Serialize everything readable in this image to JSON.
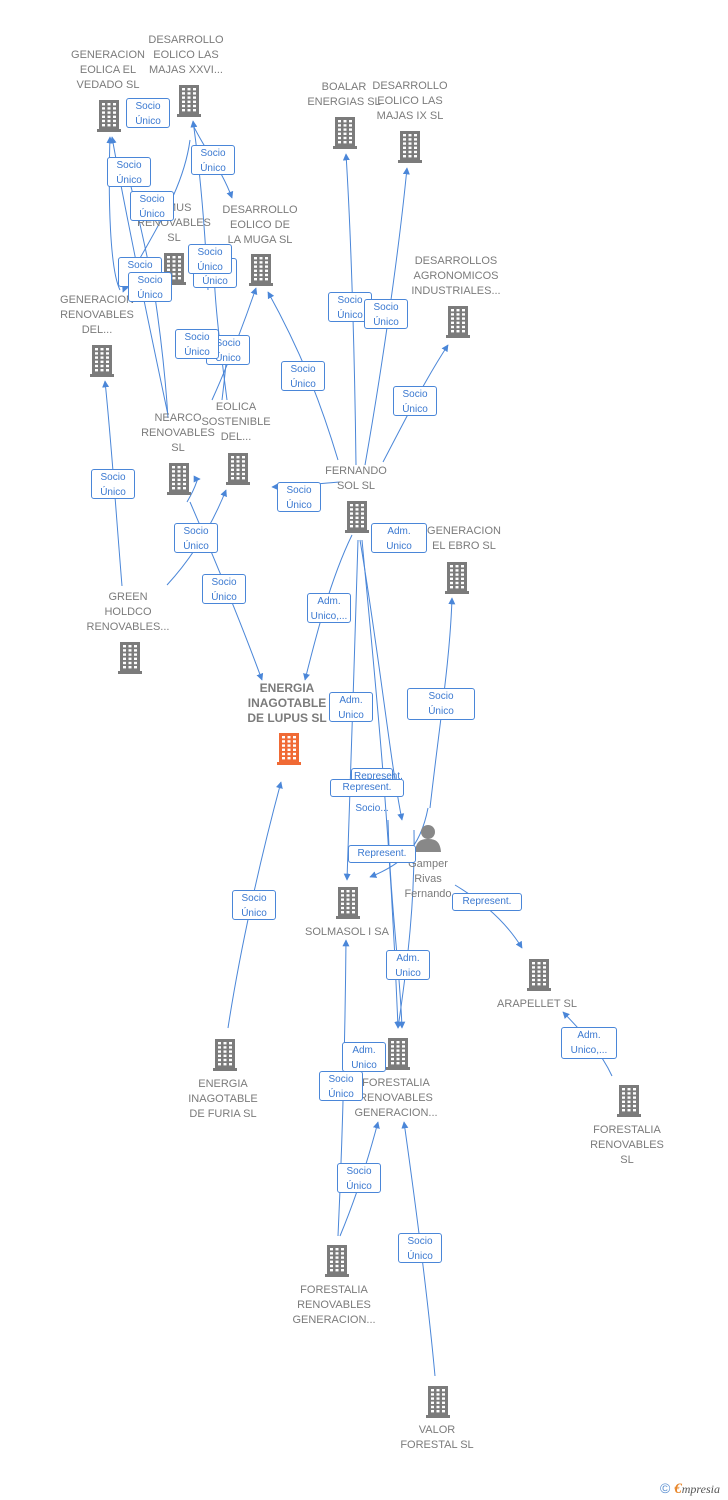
{
  "colors": {
    "edge": "#4a86d8",
    "building": "#7b7b7b",
    "focus": "#f06a35",
    "person": "#888888"
  },
  "nodes": [
    {
      "id": "gen-eolica-vedado",
      "label": "GENERACION\nEOLICA EL\nVEDADO SL",
      "icon": "building-icon"
    },
    {
      "id": "des-eolico-majas-xxvi",
      "label": "DESARROLLO\nEOLICO LAS\nMAJAS XXVI...",
      "icon": "building-icon"
    },
    {
      "id": "boalar-energias",
      "label": "BOALAR\nENERGIAS  SL",
      "icon": "building-icon"
    },
    {
      "id": "des-eolico-majas-ix",
      "label": "DESARROLLO\nEOLICO LAS\nMAJAS IX  SL",
      "icon": "building-icon"
    },
    {
      "id": "simus-renovables",
      "label": "SIMUS\nRENOVABLES\nSL",
      "icon": "building-icon"
    },
    {
      "id": "des-eolico-muga",
      "label": "DESARROLLO\nEOLICO DE\nLA MUGA SL",
      "icon": "building-icon"
    },
    {
      "id": "des-agronomicos",
      "label": "DESARROLLOS\nAGRONOMICOS\nINDUSTRIALES...",
      "icon": "building-icon"
    },
    {
      "id": "gen-renovables-del",
      "label": "GENERACION\nRENOVABLES\nDEL...",
      "icon": "building-icon"
    },
    {
      "id": "nearco-renovables",
      "label": "NEARCO\nRENOVABLES\nSL",
      "icon": "building-icon"
    },
    {
      "id": "eolica-sostenible",
      "label": "EOLICA\nSOSTENIBLE\nDEL...",
      "icon": "building-icon"
    },
    {
      "id": "fernando-sol",
      "label": "FERNANDO\nSOL SL",
      "icon": "building-icon"
    },
    {
      "id": "gen-ebro",
      "label": "GENERACION\nEL EBRO  SL",
      "icon": "building-icon"
    },
    {
      "id": "green-holdco",
      "label": "GREEN\nHOLDCO\nRENOVABLES...",
      "icon": "building-icon"
    },
    {
      "id": "energia-lupus",
      "label": "ENERGIA\nINAGOTABLE\nDE LUPUS  SL",
      "icon": "building-icon",
      "focus": true
    },
    {
      "id": "gamper-rivas",
      "label": "Gamper\nRivas\nFernando",
      "icon": "person-icon"
    },
    {
      "id": "solmasol",
      "label": "SOLMASOL I SA",
      "icon": "building-icon"
    },
    {
      "id": "arapellet",
      "label": "ARAPELLET  SL",
      "icon": "building-icon"
    },
    {
      "id": "energia-furia",
      "label": "ENERGIA\nINAGOTABLE\nDE FURIA  SL",
      "icon": "building-icon"
    },
    {
      "id": "forestalia-gen-1",
      "label": "FORESTALIA\nRENOVABLES\nGENERACION...",
      "icon": "building-icon"
    },
    {
      "id": "forestalia-renovables",
      "label": "FORESTALIA\nRENOVABLES\nSL",
      "icon": "building-icon"
    },
    {
      "id": "forestalia-gen-2",
      "label": "FORESTALIA\nRENOVABLES\nGENERACION...",
      "icon": "building-icon"
    },
    {
      "id": "valor-forestal",
      "label": "VALOR\nFORESTAL SL",
      "icon": "building-icon"
    }
  ],
  "edge_labels": [
    "Socio\nÚnico",
    "Socio\nÚnico",
    "Socio\nÚnico",
    "Socio\nÚnico",
    "Socio\nÚnico",
    "Socio\nÚnico",
    "Socio\nÚnico",
    "Socio\nÚnico",
    "Socio\nÚnico",
    "Socio\nÚnico",
    "Socio\nÚnico",
    "Socio\nÚnico",
    "Socio\nÚnico",
    "Socio\nÚnico",
    "Socio\nÚnico",
    "Socio\nÚnico",
    "Socio\nÚnico",
    "Socio\nÚnico",
    "Socio\nÚnico",
    "Adm.\nUnico,...",
    "Adm.\nUnico",
    "Adm.\nUnico",
    "Represent.\n, Socio...",
    "Adm.\nUnico",
    "Represent.",
    "Represent.",
    "Represent.",
    "Socio\nÚnico",
    "Adm.\nUnico",
    "Socio\nÚnico",
    "Socio\nÚnico",
    "Adm.\nUnico,...",
    "Socio\nÚnico"
  ],
  "footer": {
    "copyright": "©",
    "brand_initial": "€",
    "brand_rest": "mpresia"
  }
}
